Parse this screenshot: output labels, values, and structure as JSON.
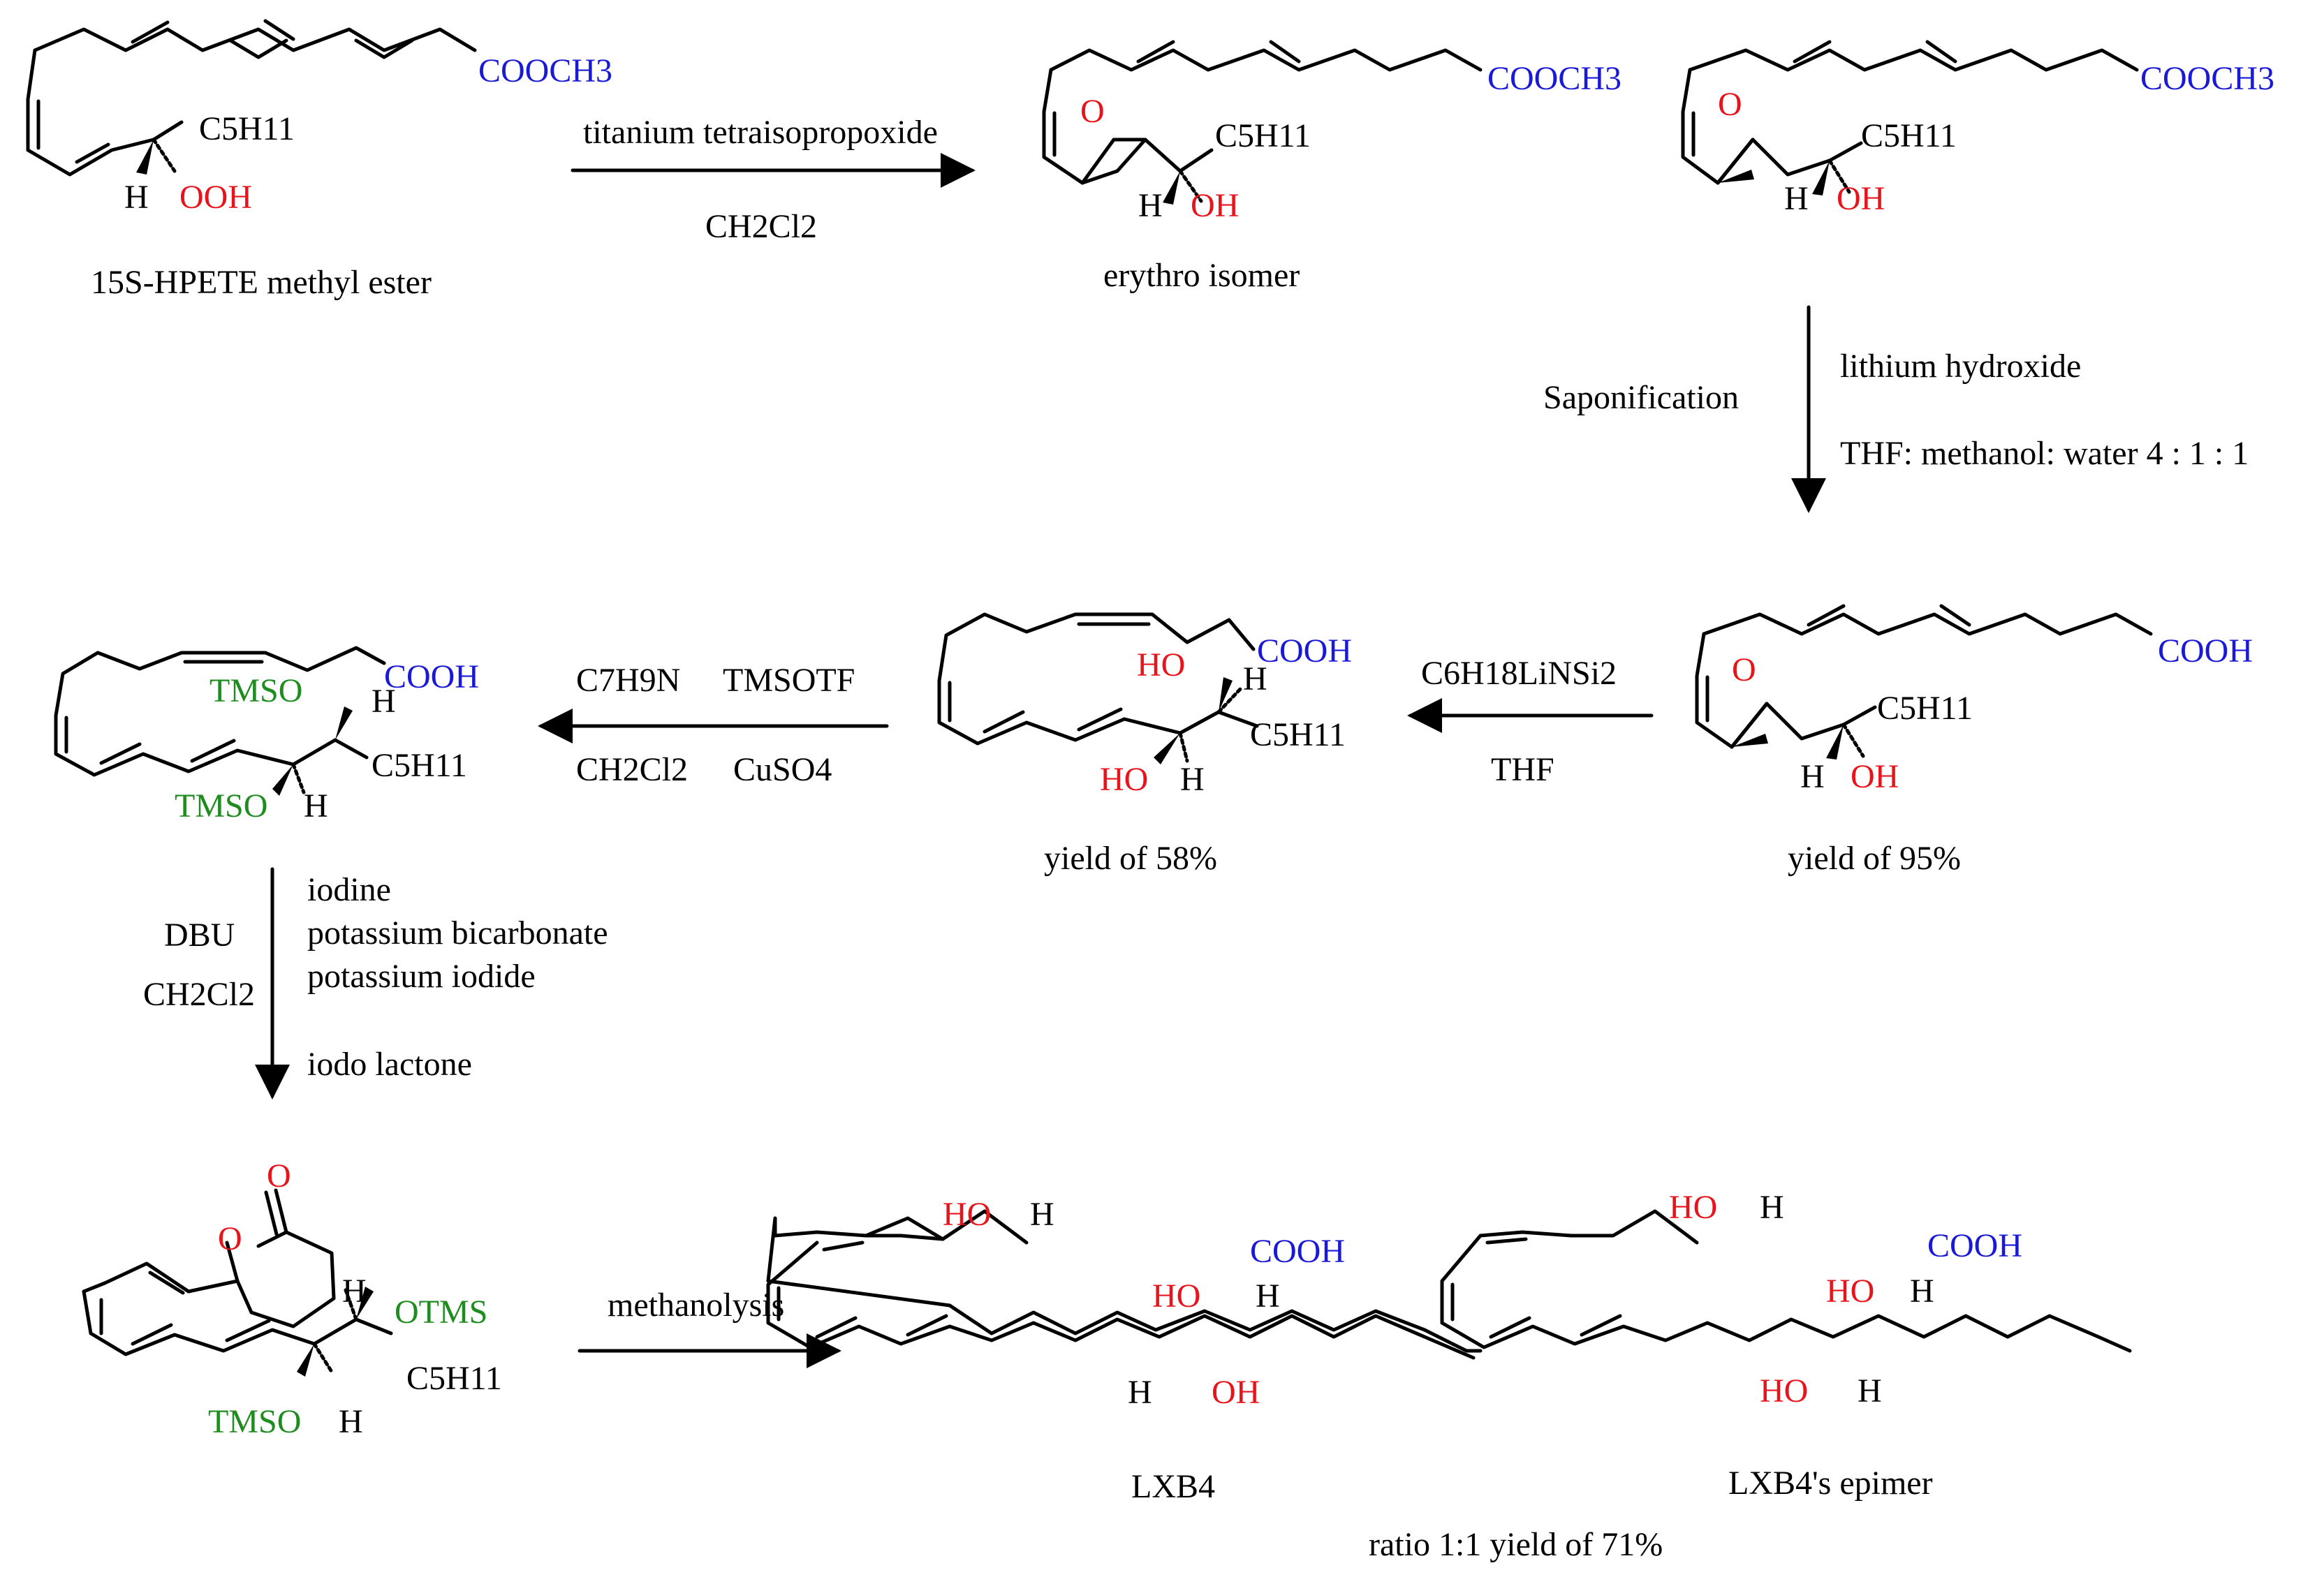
{
  "molecules": {
    "hpete": {
      "caption": "15S-HPETE methyl ester",
      "ester": "COOCH3",
      "chain": "C5H11",
      "h": "H",
      "ooh": "OOH"
    },
    "erythro": {
      "caption": "erythro isomer",
      "ester": "COOCH3",
      "chain": "C5H11",
      "h": "H",
      "oh": "OH",
      "o": "O"
    },
    "threo": {
      "ester": "COOCH3",
      "chain": "C5H11",
      "h": "H",
      "oh": "OH",
      "o": "O"
    },
    "acid_epoxide": {
      "caption": "yield of 95%",
      "acid": "COOH",
      "chain": "C5H11",
      "h": "H",
      "oh": "OH",
      "o": "O"
    },
    "diol": {
      "caption": "yield of 58%",
      "acid": "COOH",
      "chain": "C5H11",
      "ho1": "HO",
      "h1": "H",
      "ho2": "HO",
      "h2": "H"
    },
    "silyl": {
      "acid": "COOH",
      "chain": "C5H11",
      "tmso1": "TMSO",
      "h1": "H",
      "tmso2": "TMSO",
      "h2": "H"
    },
    "lactone": {
      "o_carbonyl": "O",
      "o_ring": "O",
      "chain": "C5H11",
      "otms": "OTMS",
      "tmso": "TMSO",
      "h1": "H",
      "h2": "H"
    },
    "lxb4": {
      "caption": "LXB4",
      "acid": "COOH",
      "ho1": "HO",
      "h1": "H",
      "ho2": "HO",
      "h2": "H",
      "h3": "H",
      "oh": "OH"
    },
    "epimer": {
      "caption": "LXB4's epimer",
      "acid": "COOH",
      "ho1": "HO",
      "h1": "H",
      "ho2": "HO",
      "h2": "H",
      "ho3": "HO",
      "h3": "H"
    }
  },
  "reactions": {
    "r1": {
      "above": "titanium tetraisopropoxide",
      "below": "CH2Cl2"
    },
    "r2": {
      "left": "Saponification",
      "right1": "lithium hydroxide",
      "right2": "THF: methanol: water 4 : 1 : 1"
    },
    "r3": {
      "above": "C6H18LiNSi2",
      "below": "THF"
    },
    "r4": {
      "above1": "C7H9N",
      "above2": "TMSOTF",
      "below1": "CH2Cl2",
      "below2": "CuSO4"
    },
    "r5": {
      "left1": "DBU",
      "left2": "CH2Cl2",
      "right1": "iodine",
      "right2": "potassium bicarbonate",
      "right3": "potassium iodide",
      "right4": "iodo lactone"
    },
    "r6": {
      "above": "methanolysis"
    }
  },
  "footer": {
    "ratio": "ratio 1:1  yield of 71%"
  },
  "colors": {
    "oxygen": "#e8141b",
    "acid": "#1a1ad6",
    "silyl": "#1e8c1e",
    "bond": "#000000"
  }
}
